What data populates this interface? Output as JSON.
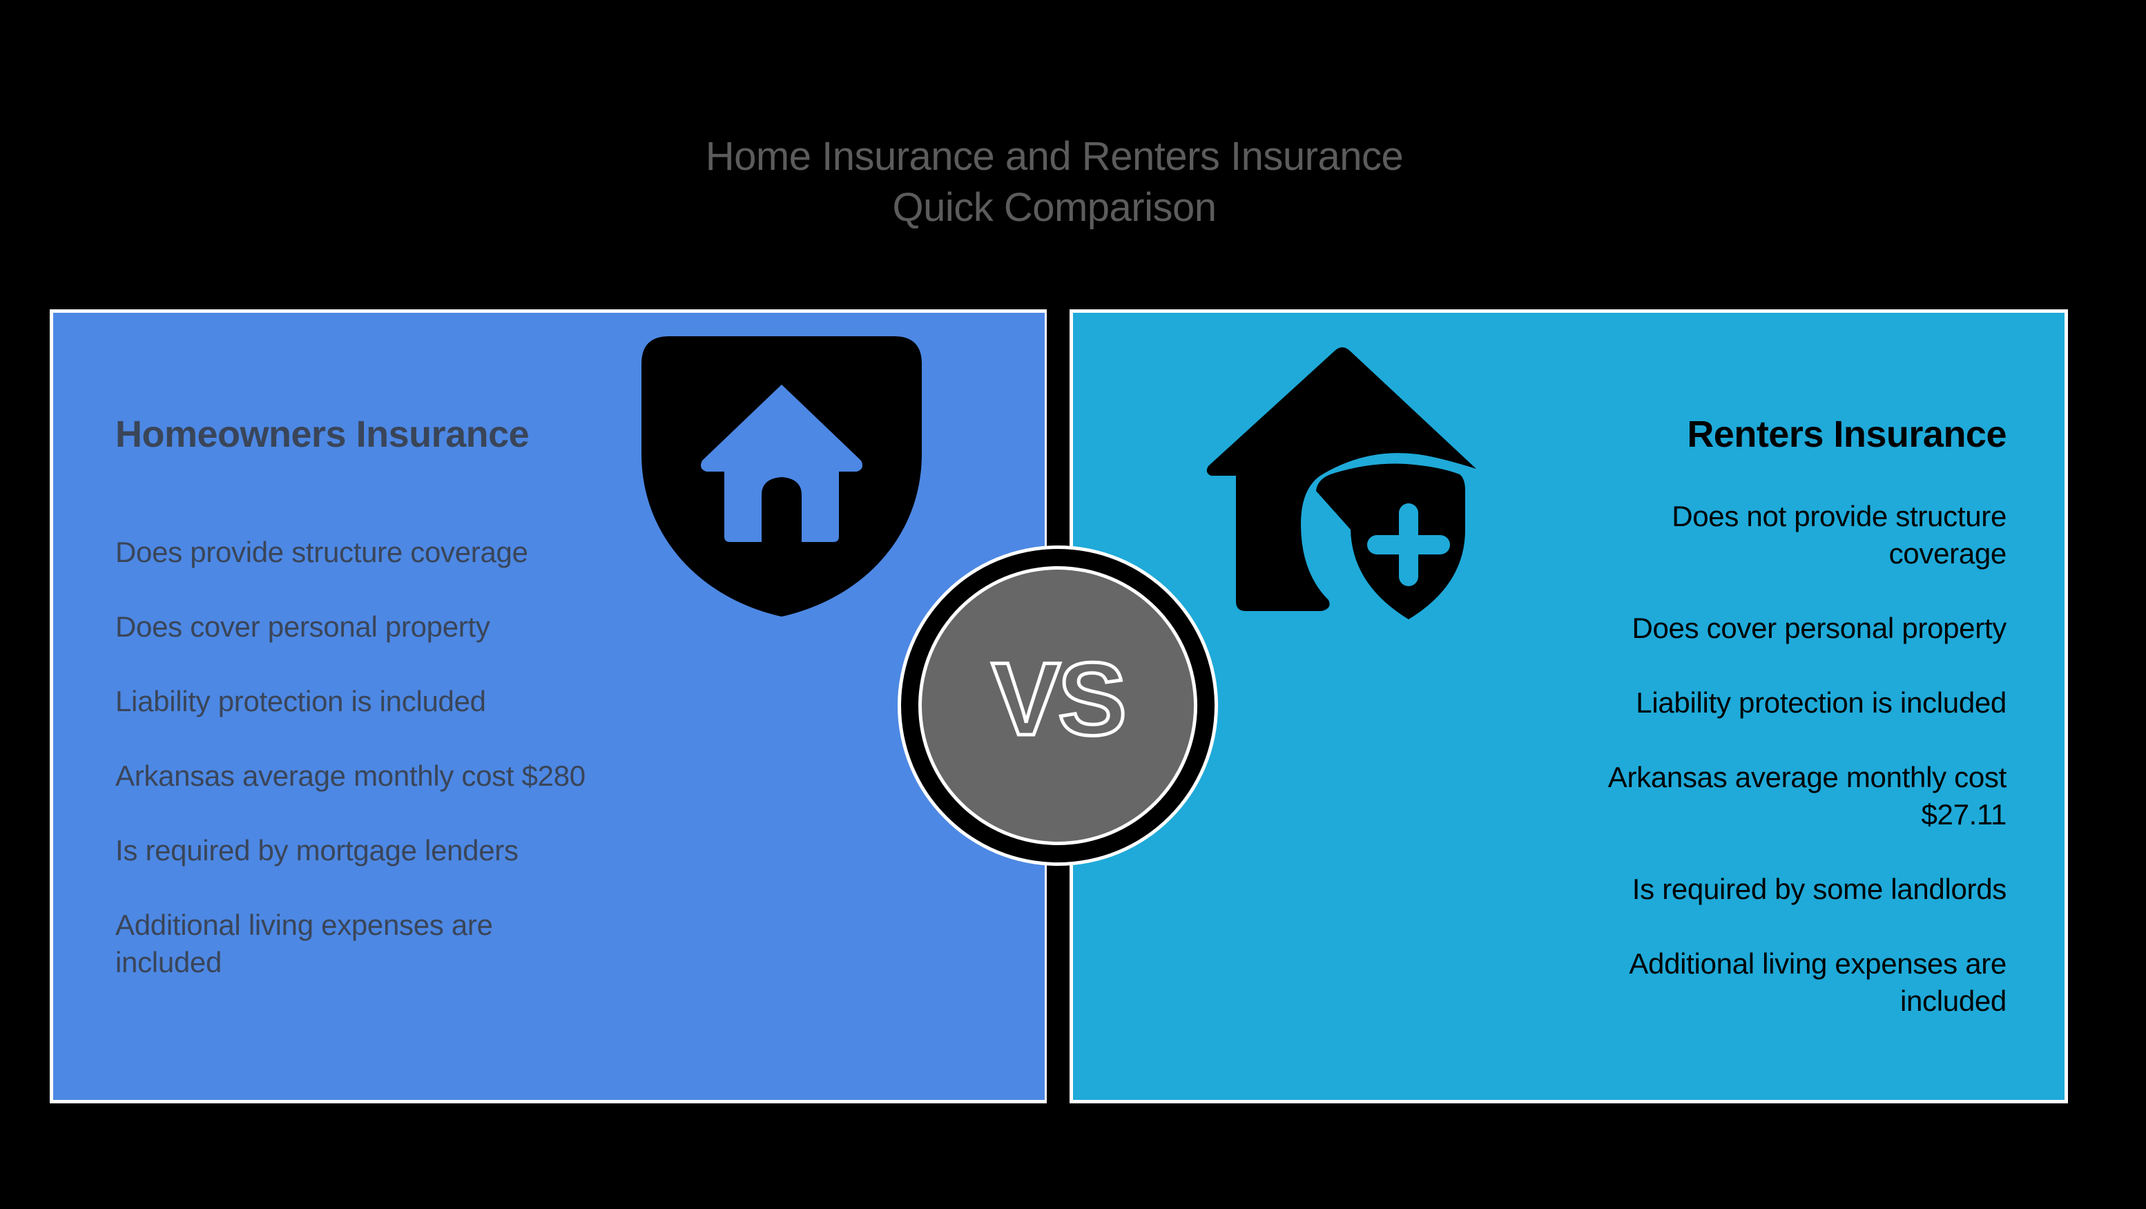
{
  "title": {
    "line1": "Home Insurance and Renters Insurance",
    "line2": "Quick Comparison"
  },
  "colors": {
    "background": "#000000",
    "homeowners_panel": "#4d88e4",
    "renters_panel": "#1faad9",
    "vs_circle": "#676767",
    "title_text": "#5c5c5c",
    "homeowners_text": "#3a4558",
    "renters_text": "#000000"
  },
  "homeowners": {
    "heading": "Homeowners Insurance",
    "icon": "shield-house-icon",
    "items": [
      "Does provide structure coverage",
      "Does cover personal property",
      "Liability protection is included",
      "Arkansas average monthly cost $280",
      "Is required by mortgage lenders",
      "Additional living expenses are included"
    ]
  },
  "renters": {
    "heading": "Renters Insurance",
    "icon": "house-shield-plus-icon",
    "items": [
      "Does not provide structure coverage",
      "Does cover personal property",
      "Liability protection is included",
      "Arkansas average monthly cost $27.11",
      "Is required by some landlords",
      "Additional living expenses are included"
    ]
  },
  "vs": {
    "label": "VS"
  }
}
